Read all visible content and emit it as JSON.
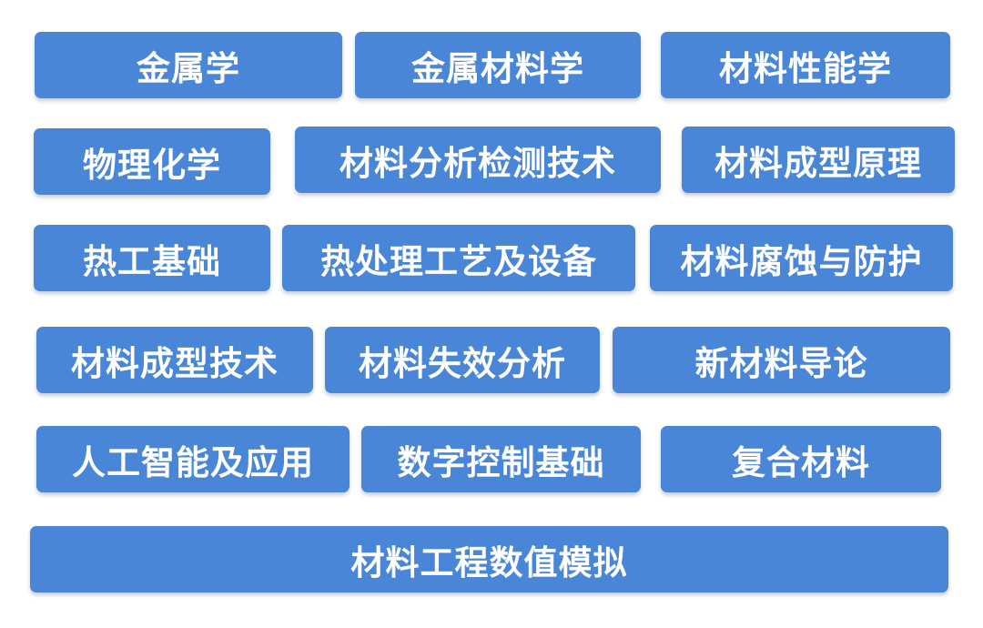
{
  "courses": {
    "row1": [
      "金属学",
      "金属材料学",
      "材料性能学"
    ],
    "row2": [
      "物理化学",
      "材料分析检测技术",
      "材料成型原理"
    ],
    "row3": [
      "热工基础",
      "热处理工艺及设备",
      "材料腐蚀与防护"
    ],
    "row4": [
      "材料成型技术",
      "材料失效分析",
      "新材料导论"
    ],
    "row5": [
      "人工智能及应用",
      "数字控制基础",
      "复合材料"
    ],
    "row6": [
      "材料工程数值模拟"
    ]
  },
  "colors": {
    "tile_background": "#4a86d8",
    "tile_text": "#ffffff",
    "page_background": "#ffffff"
  }
}
